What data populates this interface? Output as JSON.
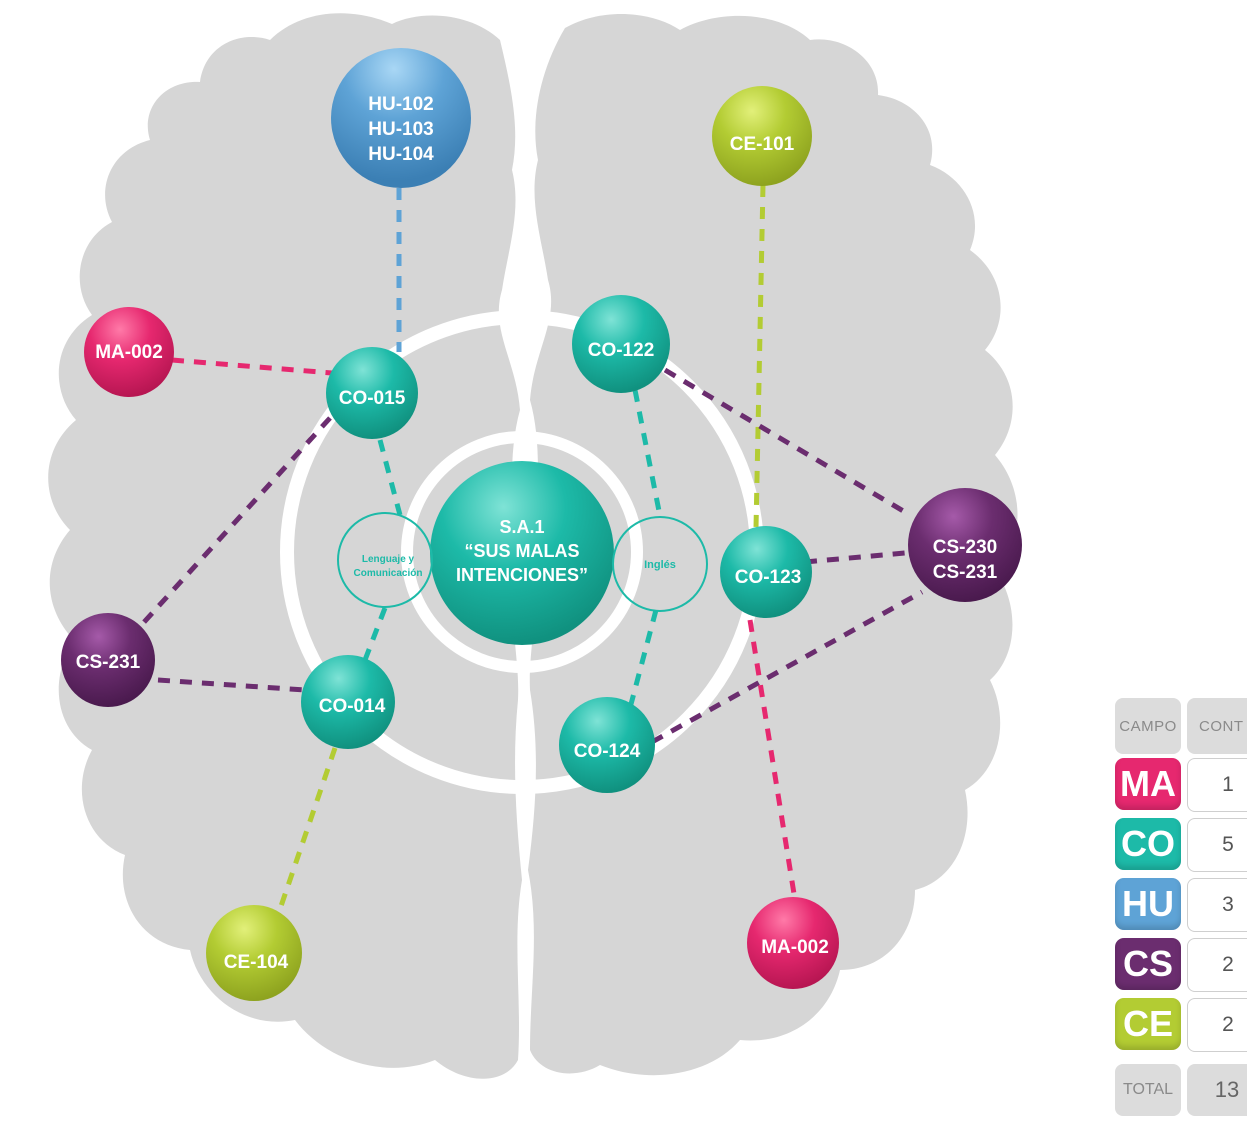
{
  "center": {
    "line1": "S.A.1",
    "line2": "“SUS MALAS",
    "line3": "INTENCIONES”"
  },
  "hubs": {
    "left": {
      "line1": "Lenguaje y",
      "line2": "Comunicación"
    },
    "right": {
      "line1": "Inglés"
    }
  },
  "nodes": {
    "hu": {
      "line1": "HU-102",
      "line2": "HU-103",
      "line3": "HU-104"
    },
    "ce101": "CE-101",
    "ma002_left": "MA-002",
    "co015": "CO-015",
    "co122": "CO-122",
    "cs230": {
      "line1": "CS-230",
      "line2": "CS-231"
    },
    "co123": "CO-123",
    "cs231": "CS-231",
    "co014": "CO-014",
    "co124": "CO-124",
    "ce104": "CE-104",
    "ma002_right": "MA-002"
  },
  "colors": {
    "MA": "#e6286f",
    "CO": "#1dbaa8",
    "HU": "#5ea3d6",
    "CS": "#6b2d6f",
    "CE": "#b3cc33",
    "brain": "#d6d6d6"
  },
  "legend": {
    "header_campo": "CAMPO",
    "header_count": "CONT",
    "rows": [
      {
        "code": "MA",
        "count": "1"
      },
      {
        "code": "CO",
        "count": "5"
      },
      {
        "code": "HU",
        "count": "3"
      },
      {
        "code": "CS",
        "count": "2"
      },
      {
        "code": "CE",
        "count": "2"
      }
    ],
    "total_label": "TOTAL",
    "total_value": "13"
  }
}
